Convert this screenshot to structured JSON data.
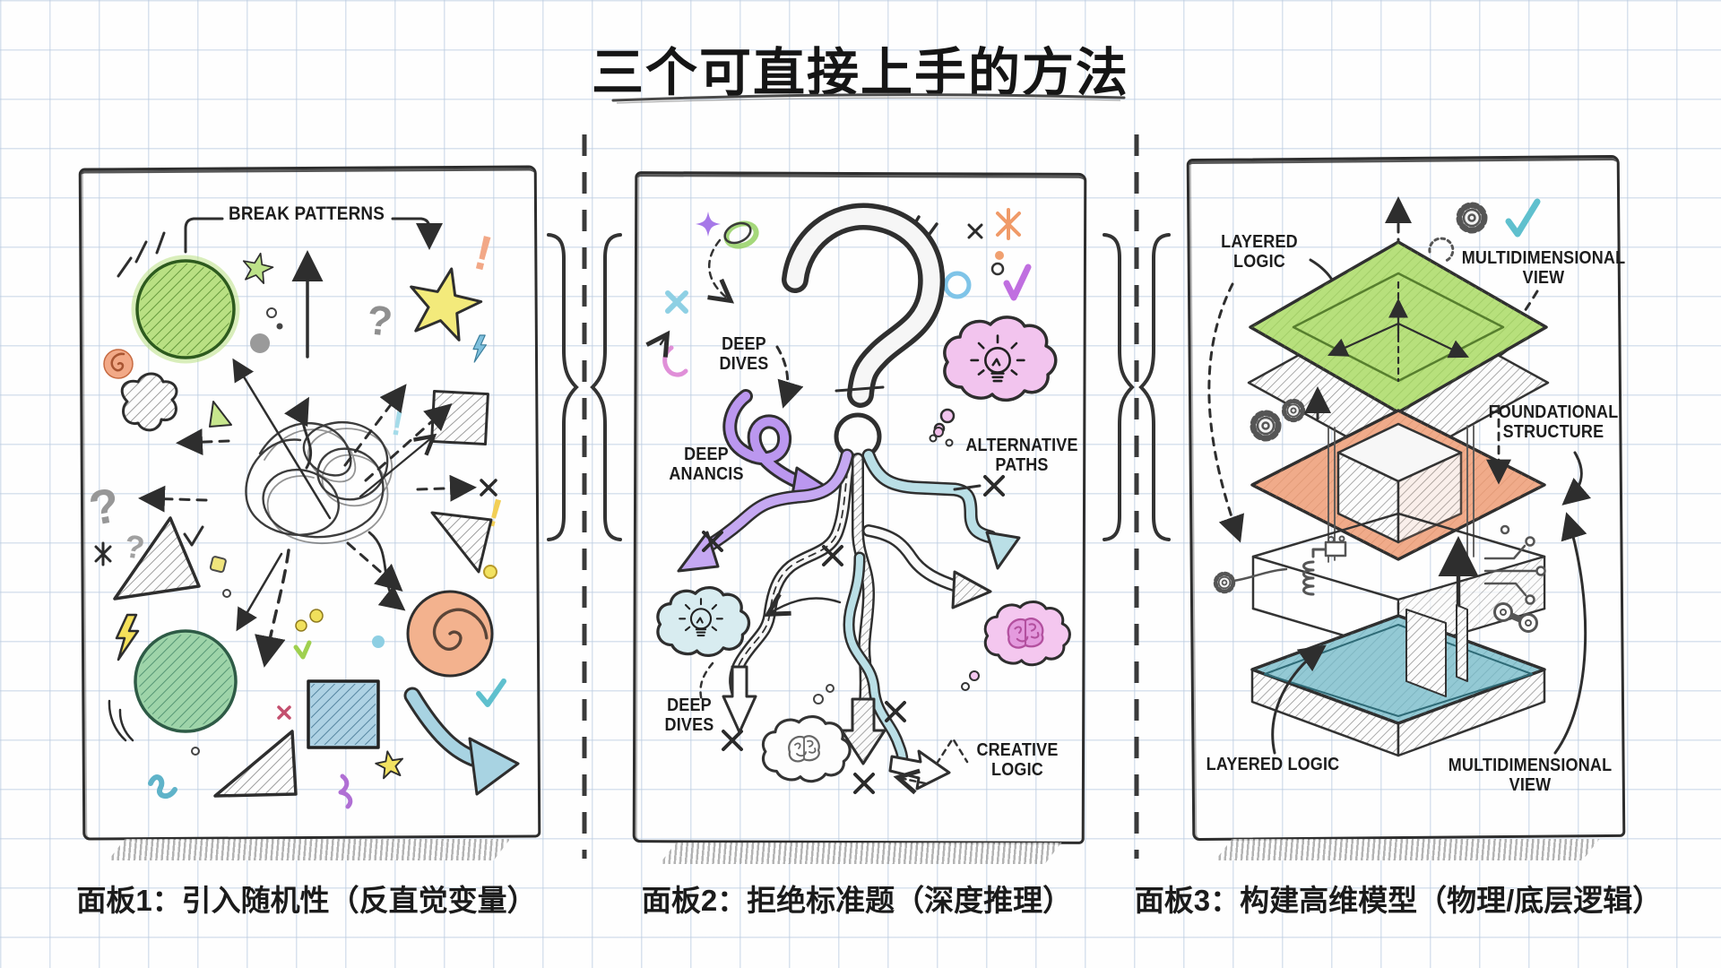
{
  "title": {
    "text": "三个可直接上手的方法"
  },
  "panel1": {
    "caption": "面板1：引入随机性（反直觉变量）",
    "labels": {
      "break_patterns": "BREAK PATTERNS"
    },
    "glyphs": {
      "question": "?",
      "exclamation": "!"
    }
  },
  "panel2": {
    "caption": "面板2：拒绝标准题（深度推理）",
    "labels": {
      "deep_dives_top": "DEEP\nDIVES",
      "deep_anancis": "DEEP\nANANCIS",
      "alternative_paths": "ALTERNATIVE\nPATHS",
      "deep_dives_bottom": "DEEP\nDIVES",
      "creative_logic": "CREATIVE\nLOGIC"
    }
  },
  "panel3": {
    "caption": "面板3：构建高维模型（物理/底层逻辑）",
    "labels": {
      "layered_logic_top": "LAYERED\nLOGIC",
      "multidimensional_view_top": "MULTIDIMENSIONAL\nVIEW",
      "foundational_structure": "FOUNDATIONAL\nSTRUCTURE",
      "layered_logic_bottom": "LAYERED LOGIC",
      "multidimensional_view_bottom": "MULTIDIMENSIONAL\nVIEW"
    }
  },
  "colors": {
    "ink": "#2d2d2d",
    "grid": "#bacbe0",
    "green": "#b7e07c",
    "teal_green": "#9ed4a9",
    "yellow": "#f3ea7b",
    "orange": "#f2a987",
    "blue": "#aed2e4",
    "teal": "#93c9d4",
    "purple": "#bb97ef",
    "pink": "#f2c4ee",
    "cyan_check": "#5fc0ce"
  }
}
